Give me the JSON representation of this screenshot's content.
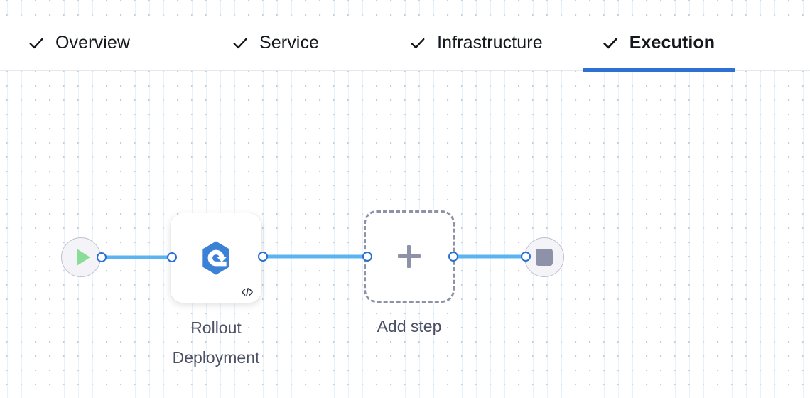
{
  "tabs": [
    {
      "label": "Overview",
      "icon": "check-icon",
      "completed": true,
      "active": false
    },
    {
      "label": "Service",
      "icon": "check-icon",
      "completed": true,
      "active": false
    },
    {
      "label": "Infrastructure",
      "icon": "check-icon",
      "completed": true,
      "active": false
    },
    {
      "label": "Execution",
      "icon": "check-icon",
      "completed": true,
      "active": true
    }
  ],
  "flow": {
    "start_node": {
      "name": "pipeline-start",
      "icon": "play-icon"
    },
    "end_node": {
      "name": "pipeline-end",
      "icon": "stop-icon"
    },
    "step_node": {
      "label": "Rollout\nDeployment",
      "icon": "rollout-deployment-icon",
      "badge_icon": "code-icon"
    },
    "add_node": {
      "label": "Add step",
      "icon": "plus-icon"
    }
  },
  "colors": {
    "accent_blue": "#2d72d2",
    "edge_blue": "#5bb4f0",
    "port_blue": "#2a6fd4",
    "start_green": "#89dd96",
    "stop_gray": "#8e92a8",
    "step_icon_blue": "#3b82d6",
    "label_text": "#4b5064",
    "tab_text": "#14181c"
  }
}
